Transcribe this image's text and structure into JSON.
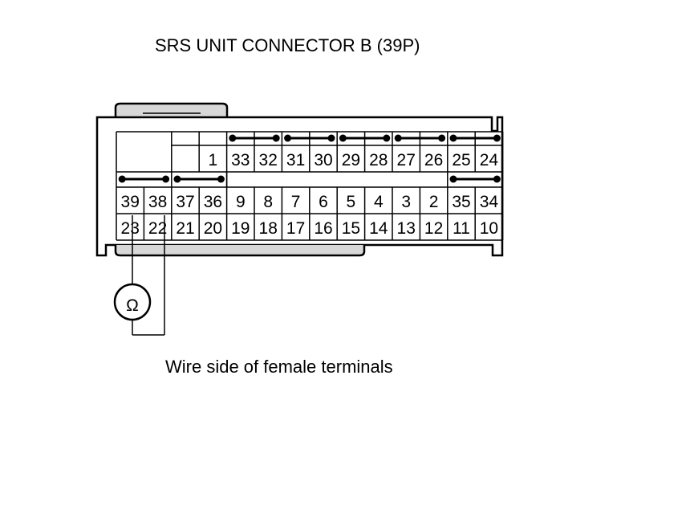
{
  "diagram": {
    "title": "SRS UNIT CONNECTOR B (39P)",
    "caption": "Wire side of female terminals",
    "meter_symbol": "Ω",
    "row1": [
      "1",
      "33",
      "32",
      "31",
      "30",
      "29",
      "28",
      "27",
      "26",
      "25",
      "24"
    ],
    "row2": [
      "39",
      "38",
      "37",
      "36",
      "9",
      "8",
      "7",
      "6",
      "5",
      "4",
      "3",
      "2",
      "35",
      "34"
    ],
    "row3": [
      "23",
      "22",
      "21",
      "20",
      "19",
      "18",
      "17",
      "16",
      "15",
      "14",
      "13",
      "12",
      "11",
      "10"
    ],
    "shorting_bars_top": [
      [
        "33",
        "32"
      ],
      [
        "31",
        "30"
      ],
      [
        "29",
        "28"
      ],
      [
        "27",
        "26"
      ],
      [
        "25",
        "24"
      ]
    ],
    "shorting_bars_mid": [
      [
        "39",
        "38"
      ],
      [
        "37",
        "36"
      ],
      [
        "35",
        "34"
      ]
    ],
    "meter_probes": [
      "23",
      "22"
    ]
  }
}
